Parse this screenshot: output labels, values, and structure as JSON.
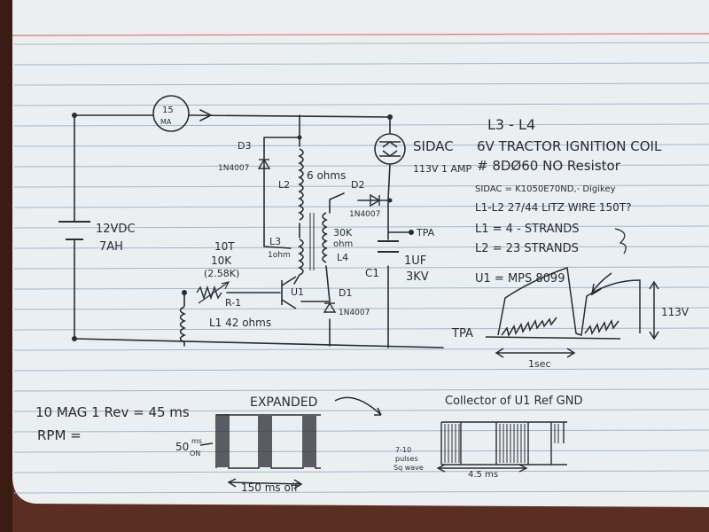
{
  "colors": {
    "ink": "#2b2b33",
    "paper": "#eceff0",
    "rule_blue": "#9fb6d2",
    "margin_red": "#d98a8a",
    "background": "#5a2e22"
  },
  "circuit": {
    "ammeter": {
      "value": "15",
      "unit": "MA"
    },
    "battery": {
      "line1": "12VDC",
      "line2": "7AH"
    },
    "pot": {
      "line1": "10T",
      "line2": "10K",
      "line3": "(2.58K)",
      "name": "R-1"
    },
    "l1_label": "L1 42 ohms",
    "d3": {
      "name": "D3",
      "part": "1N4007"
    },
    "l2": {
      "name": "L2",
      "value": "6 ohms"
    },
    "l3": {
      "name": "L3",
      "value": "1ohm"
    },
    "l4": {
      "name": "L4",
      "value_line1": "30K",
      "value_line2": "ohm"
    },
    "u1": "U1",
    "d1": {
      "name": "D1",
      "part": "1N4007"
    },
    "d2": {
      "name": "D2",
      "part": "1N4007"
    },
    "sidac": {
      "name": "SIDAC",
      "rating": "113V 1 AMP"
    },
    "tpa": "TPA",
    "c1": {
      "name": "C1",
      "value_line1": "1UF",
      "value_line2": "3KV"
    }
  },
  "notes": {
    "l3_l4": "L3 - L4",
    "tractor_coil": "6V TRACTOR IGNITION COIL",
    "part_no": "# 8DØ60 NO Resistor",
    "sidac_part": "SIDAC = K1050E70ND,- Digikey",
    "litz": "L1-L2 27/44 LITZ WIRE 150T?",
    "l1_strands": "L1 = 4 - STRANDS",
    "l2_strands": "L2 = 23 STRANDS",
    "u1_part": "U1 = MPS 8099"
  },
  "tpa_graph": {
    "label": "TPA",
    "amplitude": "113V",
    "period": "1sec"
  },
  "bottom": {
    "rev_note": "10 MAG 1 Rev = 45 ms",
    "rpm": "RPM =",
    "expanded": "EXPANDED",
    "on_time_val": "50",
    "on_time_unit": "ms",
    "on_time_tag": "ON",
    "off_time": "150 ms off",
    "collector_title": "Collector of U1 Ref GND",
    "pulses_line1": "7-10",
    "pulses_line2": "pulses",
    "pulses_line3": "Sq wave",
    "collector_ms": "4.5 ms"
  }
}
